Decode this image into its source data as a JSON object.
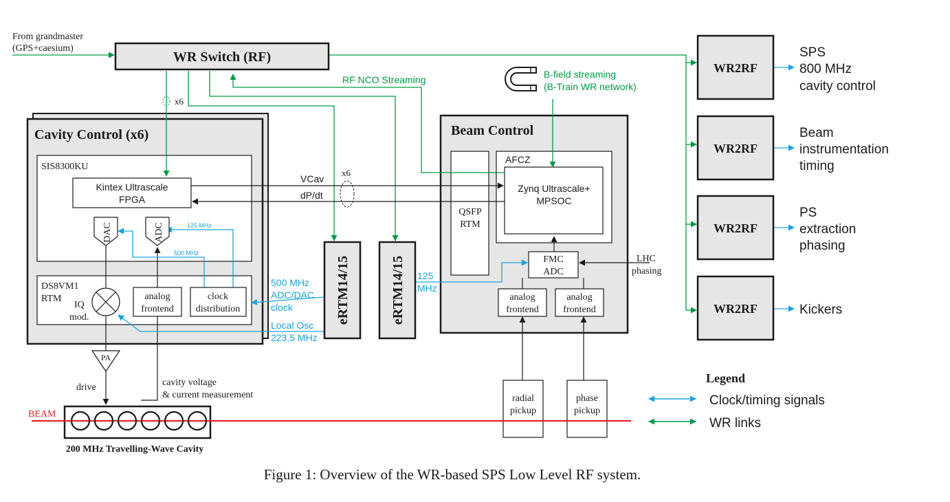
{
  "colors": {
    "green": "#009a44",
    "blue": "#1aa3e0",
    "red": "#e8202a",
    "box_fill": "#e6e6e6",
    "black": "#1a1a1a"
  },
  "source": {
    "line1": "From grandmaster",
    "line2": "(GPS+caesium)"
  },
  "wr_switch": "WR Switch (RF)",
  "x6_top": "x6",
  "nco_label": "RF NCO Streaming",
  "bfield": {
    "line1": "B-field streaming",
    "line2": "(B-Train WR network)"
  },
  "cavity_control": {
    "title": "Cavity Control (x6)",
    "sis": "SIS8300KU",
    "fpga": {
      "line1": "Kintex Ultrascale",
      "line2": "FPGA"
    },
    "dac": "DAC",
    "adc": "ADC",
    "clk125": "125 MHz",
    "clk500": "500 MHz",
    "ds": {
      "line1": "DS8VM1",
      "line2": "RTM"
    },
    "iq": {
      "line1": "IQ",
      "line2": "mod."
    },
    "afe": {
      "line1": "analog",
      "line2": "frontend"
    },
    "clockdist": {
      "line1": "clock",
      "line2": "distribution"
    }
  },
  "vcav": "VCav",
  "dpdt": "dP/dt",
  "x6_mid": "x6",
  "clk_in": {
    "line1": "500 MHz",
    "line2": "ADC/DAC",
    "line3": "clock"
  },
  "local_osc": {
    "line1": "Local Osc",
    "line2": "223.5 MHz"
  },
  "ertm1": "eRTM14/15",
  "ertm2": "eRTM14/15",
  "mhz125": {
    "line1": "125",
    "line2": "MHz"
  },
  "beam_control": {
    "title": "Beam Control",
    "qsfp": {
      "line1": "QSFP",
      "line2": "RTM"
    },
    "afcz": "AFCZ",
    "zynq": {
      "line1": "Zynq Ultrascale+",
      "line2": "MPSOC"
    },
    "fmc": {
      "line1": "FMC",
      "line2": "ADC"
    },
    "afe1": {
      "line1": "analog",
      "line2": "frontend"
    },
    "afe2": {
      "line1": "analog",
      "line2": "frontend"
    }
  },
  "lhc": {
    "line1": "LHC",
    "line2": "phasing"
  },
  "radial": {
    "line1": "radial",
    "line2": "pickup"
  },
  "phase": {
    "line1": "phase",
    "line2": "pickup"
  },
  "pa": "PA",
  "drive": "drive",
  "cavity_meas": {
    "line1": "cavity voltage",
    "line2": "& current measurement"
  },
  "beam": "BEAM",
  "cavity_name": "200 MHz Travelling-Wave Cavity",
  "wr2rf": [
    {
      "label": "WR2RF",
      "out": [
        "SPS",
        "800 MHz",
        "cavity control"
      ]
    },
    {
      "label": "WR2RF",
      "out": [
        "Beam",
        "instrumentation",
        "timing"
      ]
    },
    {
      "label": "WR2RF",
      "out": [
        "PS",
        "extraction",
        "phasing"
      ]
    },
    {
      "label": "WR2RF",
      "out": [
        "Kickers"
      ]
    }
  ],
  "legend": {
    "title": "Legend",
    "clock": "Clock/timing signals",
    "wr": "WR links"
  },
  "caption": "Figure 1: Overview of the WR-based SPS Low Level RF system."
}
